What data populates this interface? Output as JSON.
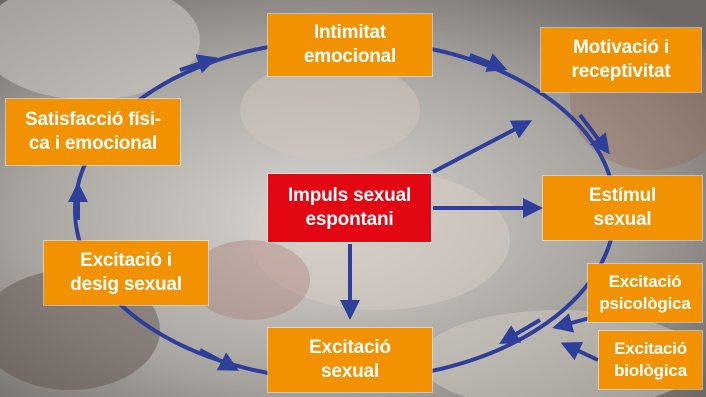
{
  "colors": {
    "box": "#F39200",
    "center_box": "#E30613",
    "arrow": "#2E3F9B",
    "background": "#B9B6B3"
  },
  "nodes": {
    "intimitat": "Intimitat\nemocional",
    "motivacio": "Motivació i\nreceptivitat",
    "satisfaccio": "Satisfacció físi-\nca i emocional",
    "impuls": "Impuls sexual\nespontani",
    "estimul": "Estímul\nsexual",
    "desig": "Excitació i\ndesig sexual",
    "excitacio_psicologica": "Excitació\npsicològica",
    "excitacio_sexual": "Excitació\nsexual",
    "excitacio_biologica": "Excitació\nbiològica"
  },
  "background_image": "photo-of-couple-in-bed"
}
